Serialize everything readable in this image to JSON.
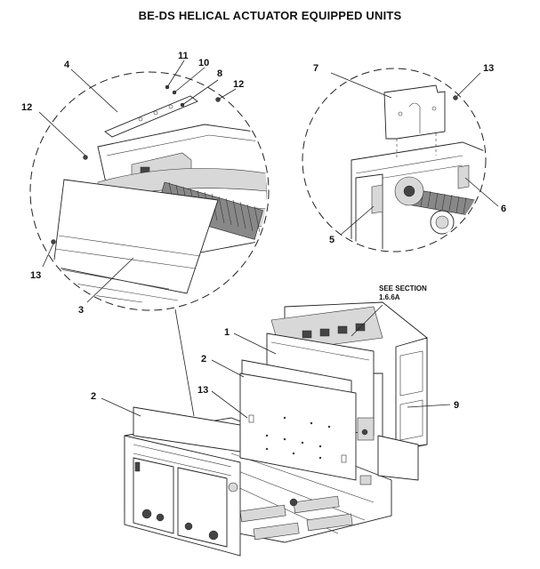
{
  "title": "BE-DS HELICAL ACTUATOR EQUIPPED UNITS",
  "note": {
    "line1": "SEE SECTION",
    "line2": "1.6.6A"
  },
  "callouts": {
    "c1": "1",
    "c2a": "2",
    "c2b": "2",
    "c3": "3",
    "c4": "4",
    "c5": "5",
    "c6": "6",
    "c7": "7",
    "c8": "8",
    "c9": "9",
    "c10": "10",
    "c11": "11",
    "c12a": "12",
    "c12b": "12",
    "c13a": "13",
    "c13b": "13",
    "c13c": "13"
  }
}
